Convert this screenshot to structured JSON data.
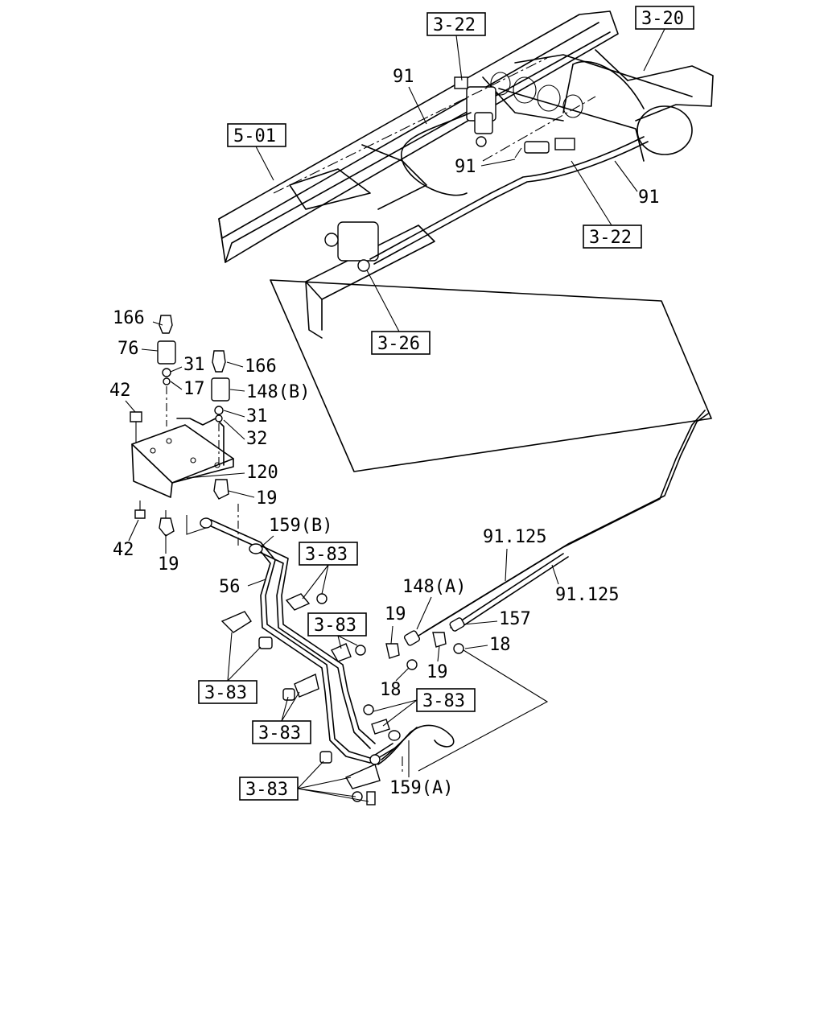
{
  "references": [
    {
      "id": "ref-3-22-top",
      "text": "3-22"
    },
    {
      "id": "ref-3-20",
      "text": "3-20"
    },
    {
      "id": "ref-5-01",
      "text": "5-01"
    },
    {
      "id": "ref-3-22-right",
      "text": "3-22"
    },
    {
      "id": "ref-3-26",
      "text": "3-26"
    },
    {
      "id": "ref-3-83-a",
      "text": "3-83"
    },
    {
      "id": "ref-3-83-b",
      "text": "3-83"
    },
    {
      "id": "ref-3-83-c",
      "text": "3-83"
    },
    {
      "id": "ref-3-83-d",
      "text": "3-83"
    },
    {
      "id": "ref-3-83-e",
      "text": "3-83"
    },
    {
      "id": "ref-3-83-f",
      "text": "3-83"
    }
  ],
  "callouts": [
    {
      "id": "c91a",
      "text": "91"
    },
    {
      "id": "c91b",
      "text": "91"
    },
    {
      "id": "c91c",
      "text": "91"
    },
    {
      "id": "c166a",
      "text": "166"
    },
    {
      "id": "c76",
      "text": "76"
    },
    {
      "id": "c31a",
      "text": "31"
    },
    {
      "id": "c166b",
      "text": "166"
    },
    {
      "id": "c17",
      "text": "17"
    },
    {
      "id": "c148b",
      "text": "148(B)"
    },
    {
      "id": "c42a",
      "text": "42"
    },
    {
      "id": "c31b",
      "text": "31"
    },
    {
      "id": "c32",
      "text": "32"
    },
    {
      "id": "c120",
      "text": "120"
    },
    {
      "id": "c19a",
      "text": "19"
    },
    {
      "id": "c42b",
      "text": "42"
    },
    {
      "id": "c19b",
      "text": "19"
    },
    {
      "id": "c159b",
      "text": "159(B)"
    },
    {
      "id": "c56",
      "text": "56"
    },
    {
      "id": "c91125a",
      "text": "91.125"
    },
    {
      "id": "c91125b",
      "text": "91.125"
    },
    {
      "id": "c148a",
      "text": "148(A)"
    },
    {
      "id": "c19c",
      "text": "19"
    },
    {
      "id": "c157",
      "text": "157"
    },
    {
      "id": "c18a",
      "text": "18"
    },
    {
      "id": "c19d",
      "text": "19"
    },
    {
      "id": "c18b",
      "text": "18"
    },
    {
      "id": "c159a",
      "text": "159(A)"
    }
  ]
}
